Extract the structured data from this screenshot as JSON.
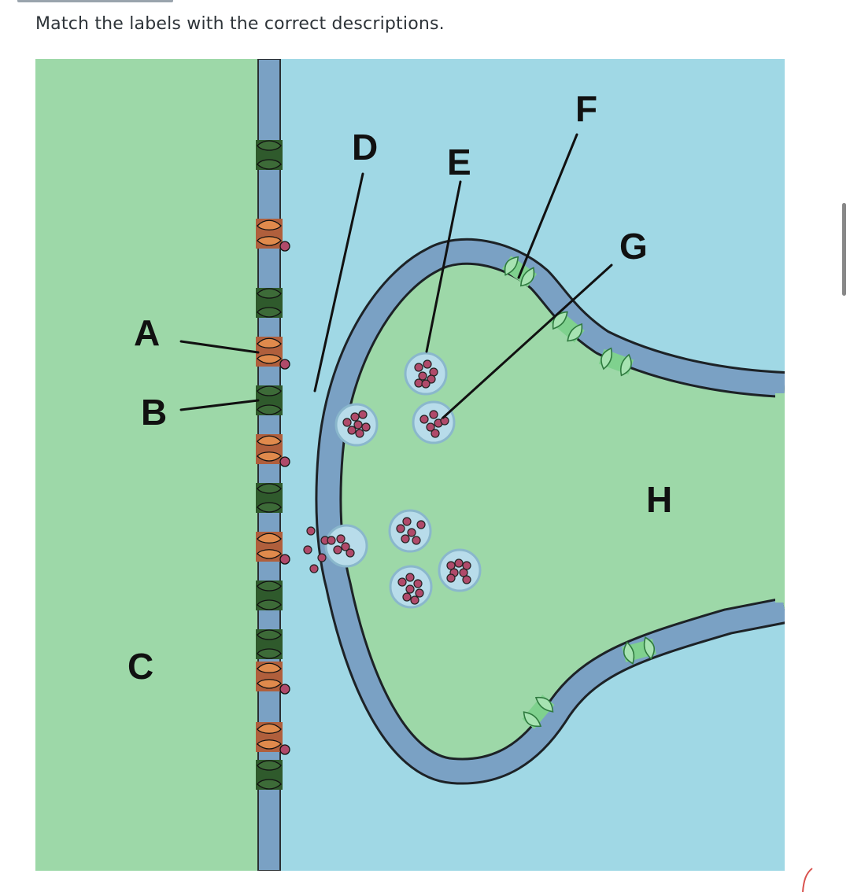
{
  "instruction": "Match the labels with the correct descriptions.",
  "labels": {
    "A": "A",
    "B": "B",
    "C": "C",
    "D": "D",
    "E": "E",
    "F": "F",
    "G": "G",
    "H": "H"
  },
  "colors": {
    "cell_fill": "#9dd8a8",
    "extracellular_fill": "#a0d8e5",
    "membrane": "#7aa1c4",
    "receptor_dark": "#3d6b38",
    "receptor_orange": "#e08a4c",
    "receptor_band": "#b05f3c",
    "pump_light": "#7fd18e",
    "vesicle": "#b8dcea",
    "neurotransmitter": "#b04a6a"
  }
}
